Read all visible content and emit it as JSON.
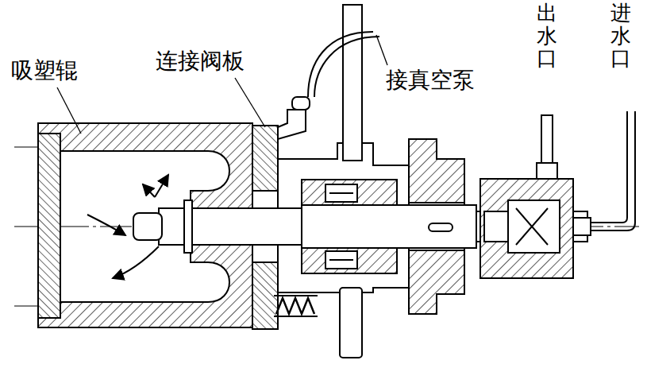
{
  "diagram": {
    "labels": [
      "吸塑辊",
      "连接阀板",
      "接真空泵",
      "出水口",
      "进水口"
    ]
  }
}
